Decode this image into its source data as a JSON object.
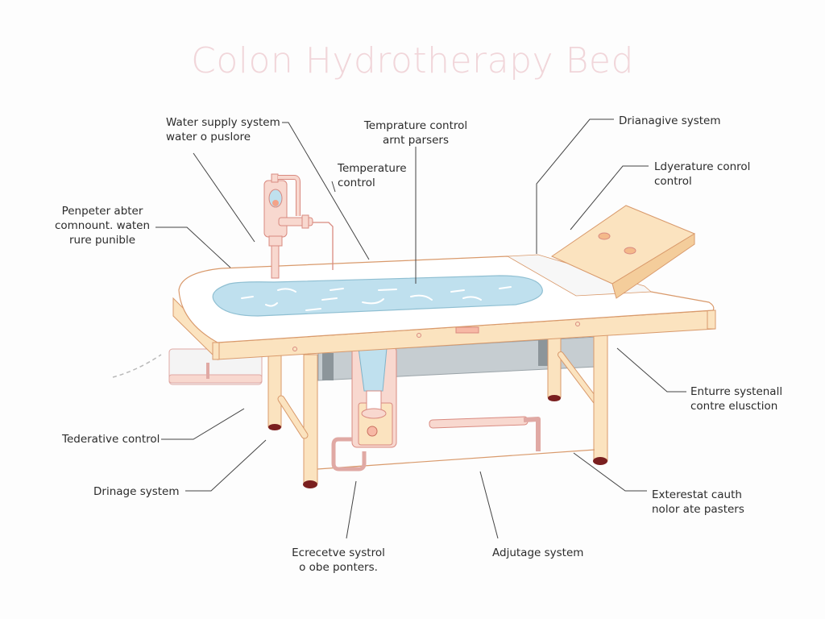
{
  "title": "Colon Hydrotherapy Bed",
  "labels": {
    "water_supply": {
      "line1": "Water supply system",
      "line2": "water o puslore"
    },
    "temp_control_parsers": {
      "line1": "Temprature control",
      "line2": "arnt parsers"
    },
    "temp_control": {
      "line1": "Temperature",
      "line2": "control"
    },
    "drainagive": {
      "line1": "Drianagive system"
    },
    "ldyerature": {
      "line1": "Ldyerature conrol",
      "line2": "control"
    },
    "penpeter": {
      "line1": "Penpeter abter",
      "line2": "comnount. waten",
      "line3": "rure punible"
    },
    "enturre": {
      "line1": "Enturre systenall",
      "line2": "contre elusction"
    },
    "tederative": {
      "line1": "Tederative control"
    },
    "drinage": {
      "line1": "Drinage system"
    },
    "exterestat": {
      "line1": "Exterestat cauth",
      "line2": "nolor ate pasters"
    },
    "ecrecetve": {
      "line1": "Ecrecetve systrol",
      "line2": "o obe ponters."
    },
    "adjutage": {
      "line1": "Adjutage system"
    }
  },
  "colors": {
    "wood": "#fbe3bf",
    "wood_stroke": "#d99a6c",
    "water": "#bfe0ee",
    "pink_device": "#f8d8cf",
    "basin_grey": "#c6cdd1",
    "foot": "#7a1f1f",
    "title": "#f1d6da",
    "leader": "#444444"
  }
}
